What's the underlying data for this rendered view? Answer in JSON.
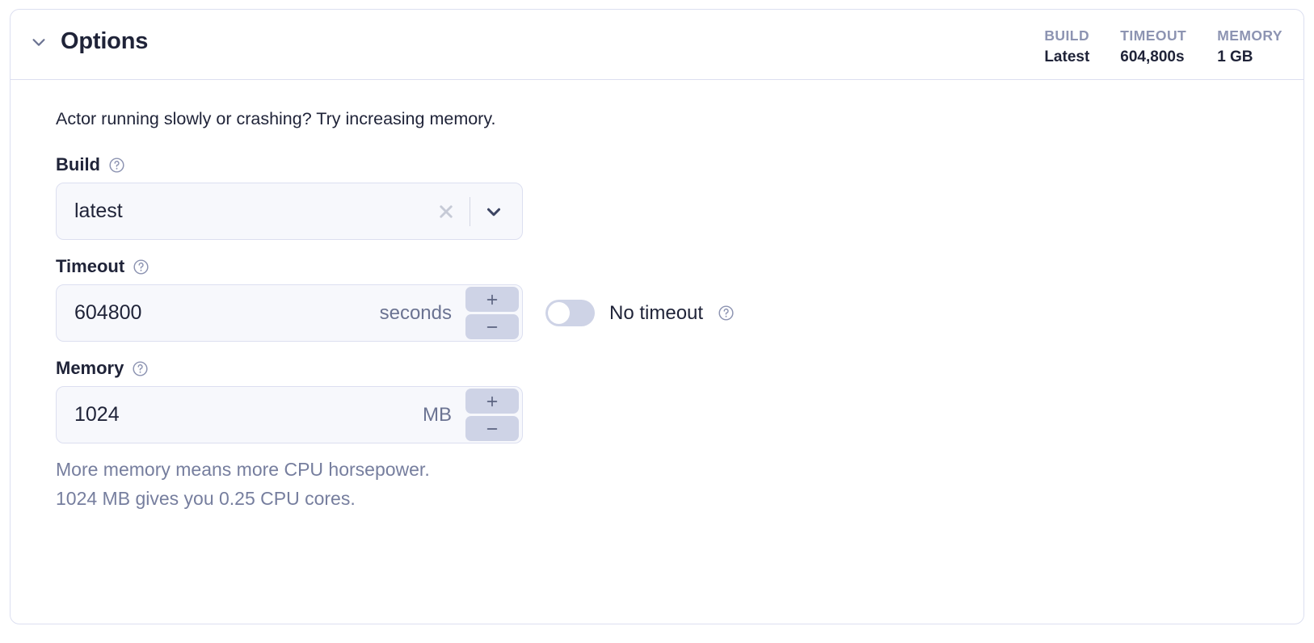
{
  "panel": {
    "title": "Options",
    "toggle_icon": "chevron-down-icon",
    "stats": [
      {
        "label": "BUILD",
        "value": "Latest"
      },
      {
        "label": "TIMEOUT",
        "value": "604,800s"
      },
      {
        "label": "MEMORY",
        "value": "1 GB"
      }
    ],
    "intro": "Actor running slowly or crashing? Try increasing memory."
  },
  "build": {
    "label": "Build",
    "help_icon": "help-circle-icon",
    "value": "latest",
    "placeholder": "latest",
    "clear_icon": "close-icon",
    "dropdown_icon": "chevron-down-icon"
  },
  "timeout": {
    "label": "Timeout",
    "help_icon": "help-circle-icon",
    "value": "604800",
    "unit": "seconds",
    "increment_icon": "plus-icon",
    "decrement_icon": "minus-icon",
    "no_timeout_label": "No timeout",
    "no_timeout_enabled": false,
    "no_timeout_help_icon": "help-circle-icon"
  },
  "memory": {
    "label": "Memory",
    "help_icon": "help-circle-icon",
    "value": "1024",
    "unit": "MB",
    "increment_icon": "plus-icon",
    "decrement_icon": "minus-icon",
    "helper_line_1": "More memory means more CPU horsepower.",
    "helper_line_2": "1024 MB gives you 0.25 CPU cores."
  },
  "colors": {
    "panel_border": "#dcdff0",
    "text_dark": "#1f2338",
    "text_muted": "#767e9e",
    "stat_label": "#8d94b2",
    "input_bg": "#f7f8fc",
    "control_bg": "#ced3e6"
  }
}
